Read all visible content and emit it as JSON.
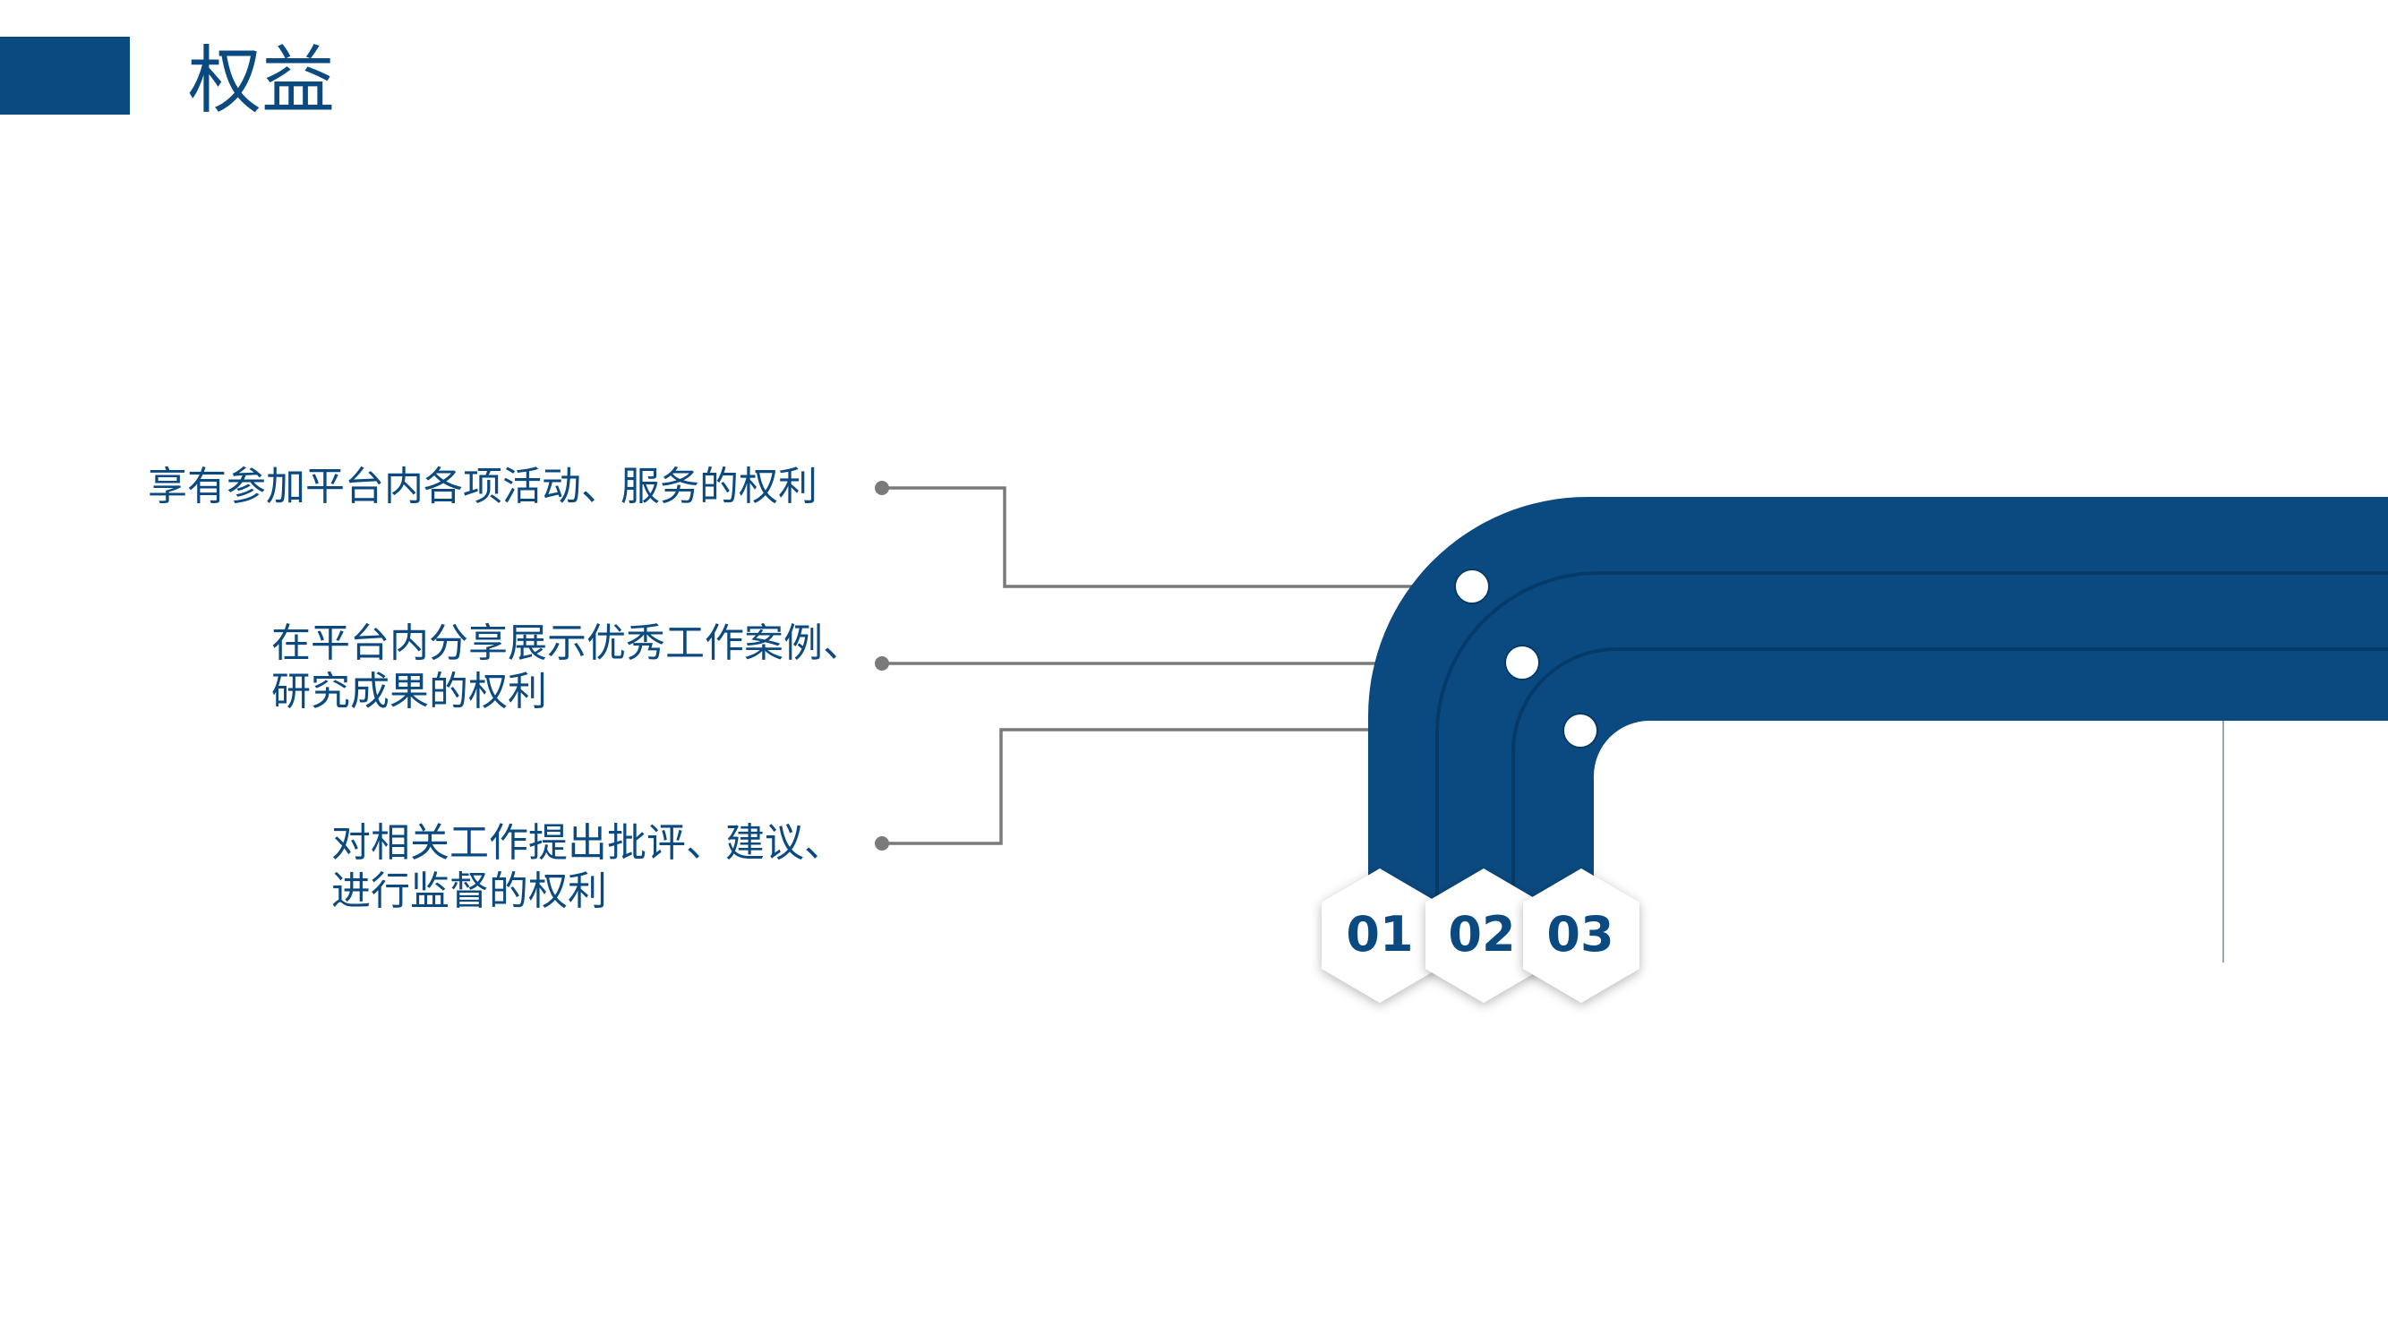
{
  "header": {
    "title": "权益",
    "accent_color": "#0b4a80"
  },
  "items": [
    {
      "number": "01",
      "lines": [
        "享有参加平台内各项活动、服务的权利"
      ]
    },
    {
      "number": "02",
      "lines": [
        "在平台内分享展示优秀工作案例、",
        "研究成果的权利"
      ]
    },
    {
      "number": "03",
      "lines": [
        "对相关工作提出批评、建议、",
        "进行监督的权利"
      ]
    }
  ],
  "colors": {
    "primary": "#0b4a80",
    "connector": "#7a7a7a",
    "background": "#ffffff"
  }
}
